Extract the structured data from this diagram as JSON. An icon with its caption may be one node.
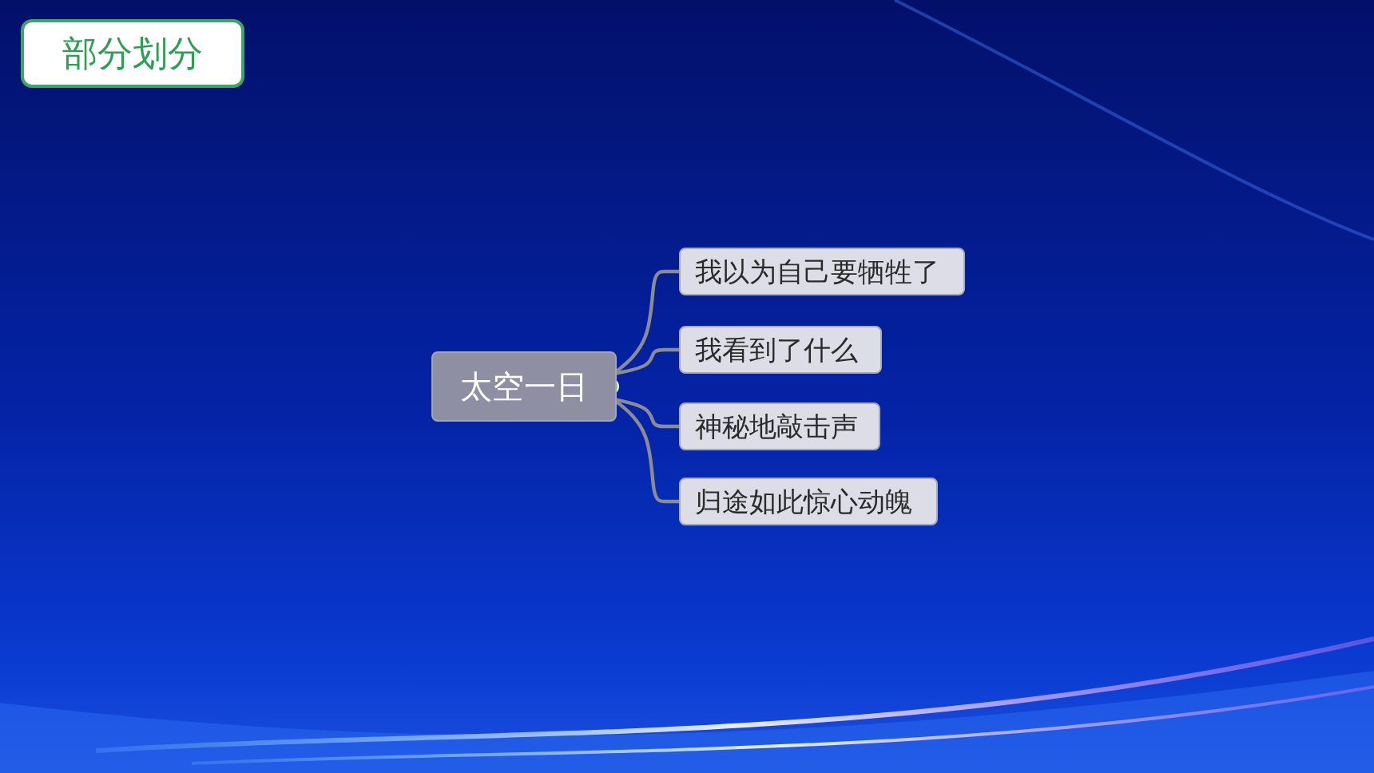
{
  "diagram": {
    "title": "部分划分",
    "nodes": [
      {
        "text": [
          "太空一日"
        ]
      },
      {
        "text": [
          "我以为自己要牺牲了"
        ]
      },
      {
        "text": [
          "我看到了什么"
        ]
      },
      {
        "text": [
          "神秘地敲击声"
        ]
      },
      {
        "text": [
          "归途如此惊心动魄"
        ]
      }
    ],
    "edges": [
      {
        "from": 0,
        "to": 1,
        "arrow": "none"
      },
      {
        "from": 0,
        "to": 2,
        "arrow": "none"
      },
      {
        "from": 0,
        "to": 3,
        "arrow": "none"
      },
      {
        "from": 0,
        "to": 4,
        "arrow": "none"
      }
    ]
  }
}
